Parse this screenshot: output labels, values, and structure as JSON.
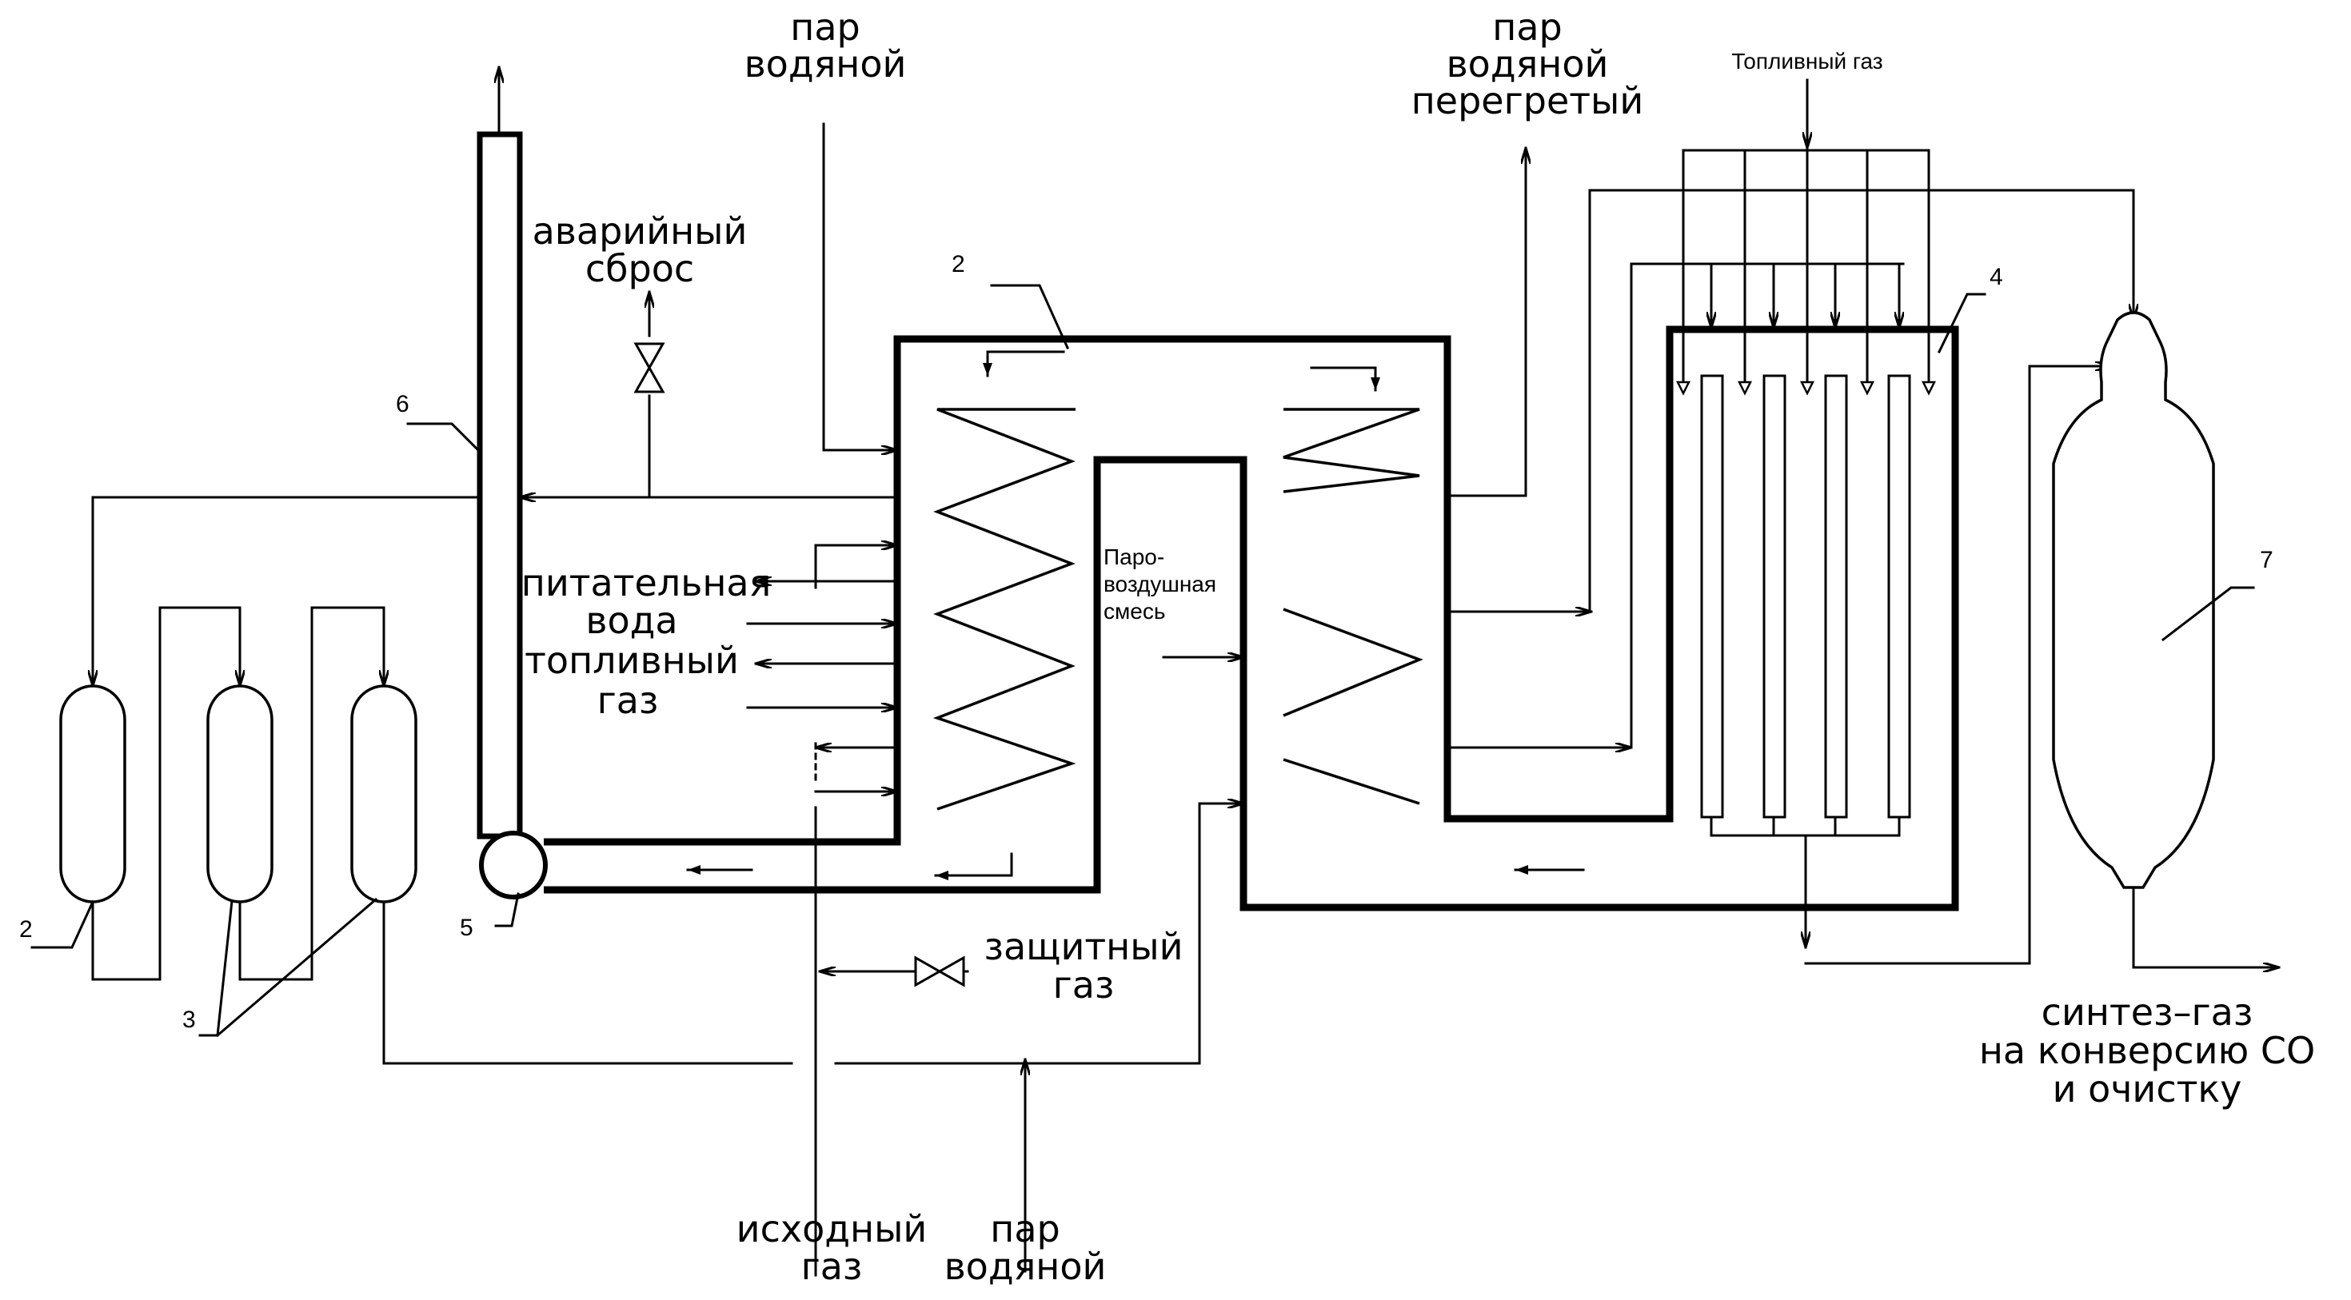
{
  "labels": {
    "steam_top": [
      "пар",
      "водяной"
    ],
    "steam_superheated": [
      "пар",
      "водяной",
      "перегретый"
    ],
    "fuel_gas_top": "Топливный газ",
    "emergency_release": [
      "аварийный",
      "сброс"
    ],
    "feed_water": [
      "питательная",
      "вода"
    ],
    "fuel_gas_left": [
      "топливный",
      "газ"
    ],
    "steam_air_mixture": [
      "Паро-",
      "воздушная",
      "смесь"
    ],
    "protective_gas": [
      "защитный",
      "газ"
    ],
    "source_gas": [
      "исходный",
      "газ"
    ],
    "steam_bottom": [
      "пар",
      "водяной"
    ],
    "synthesis_gas": [
      "синтез–газ",
      "на конверсию СО",
      "и очистку"
    ]
  },
  "markers": {
    "m2_left": "2",
    "m2_top": "2",
    "m3": "3",
    "m4": "4",
    "m5": "5",
    "m6": "6",
    "m7": "7"
  }
}
